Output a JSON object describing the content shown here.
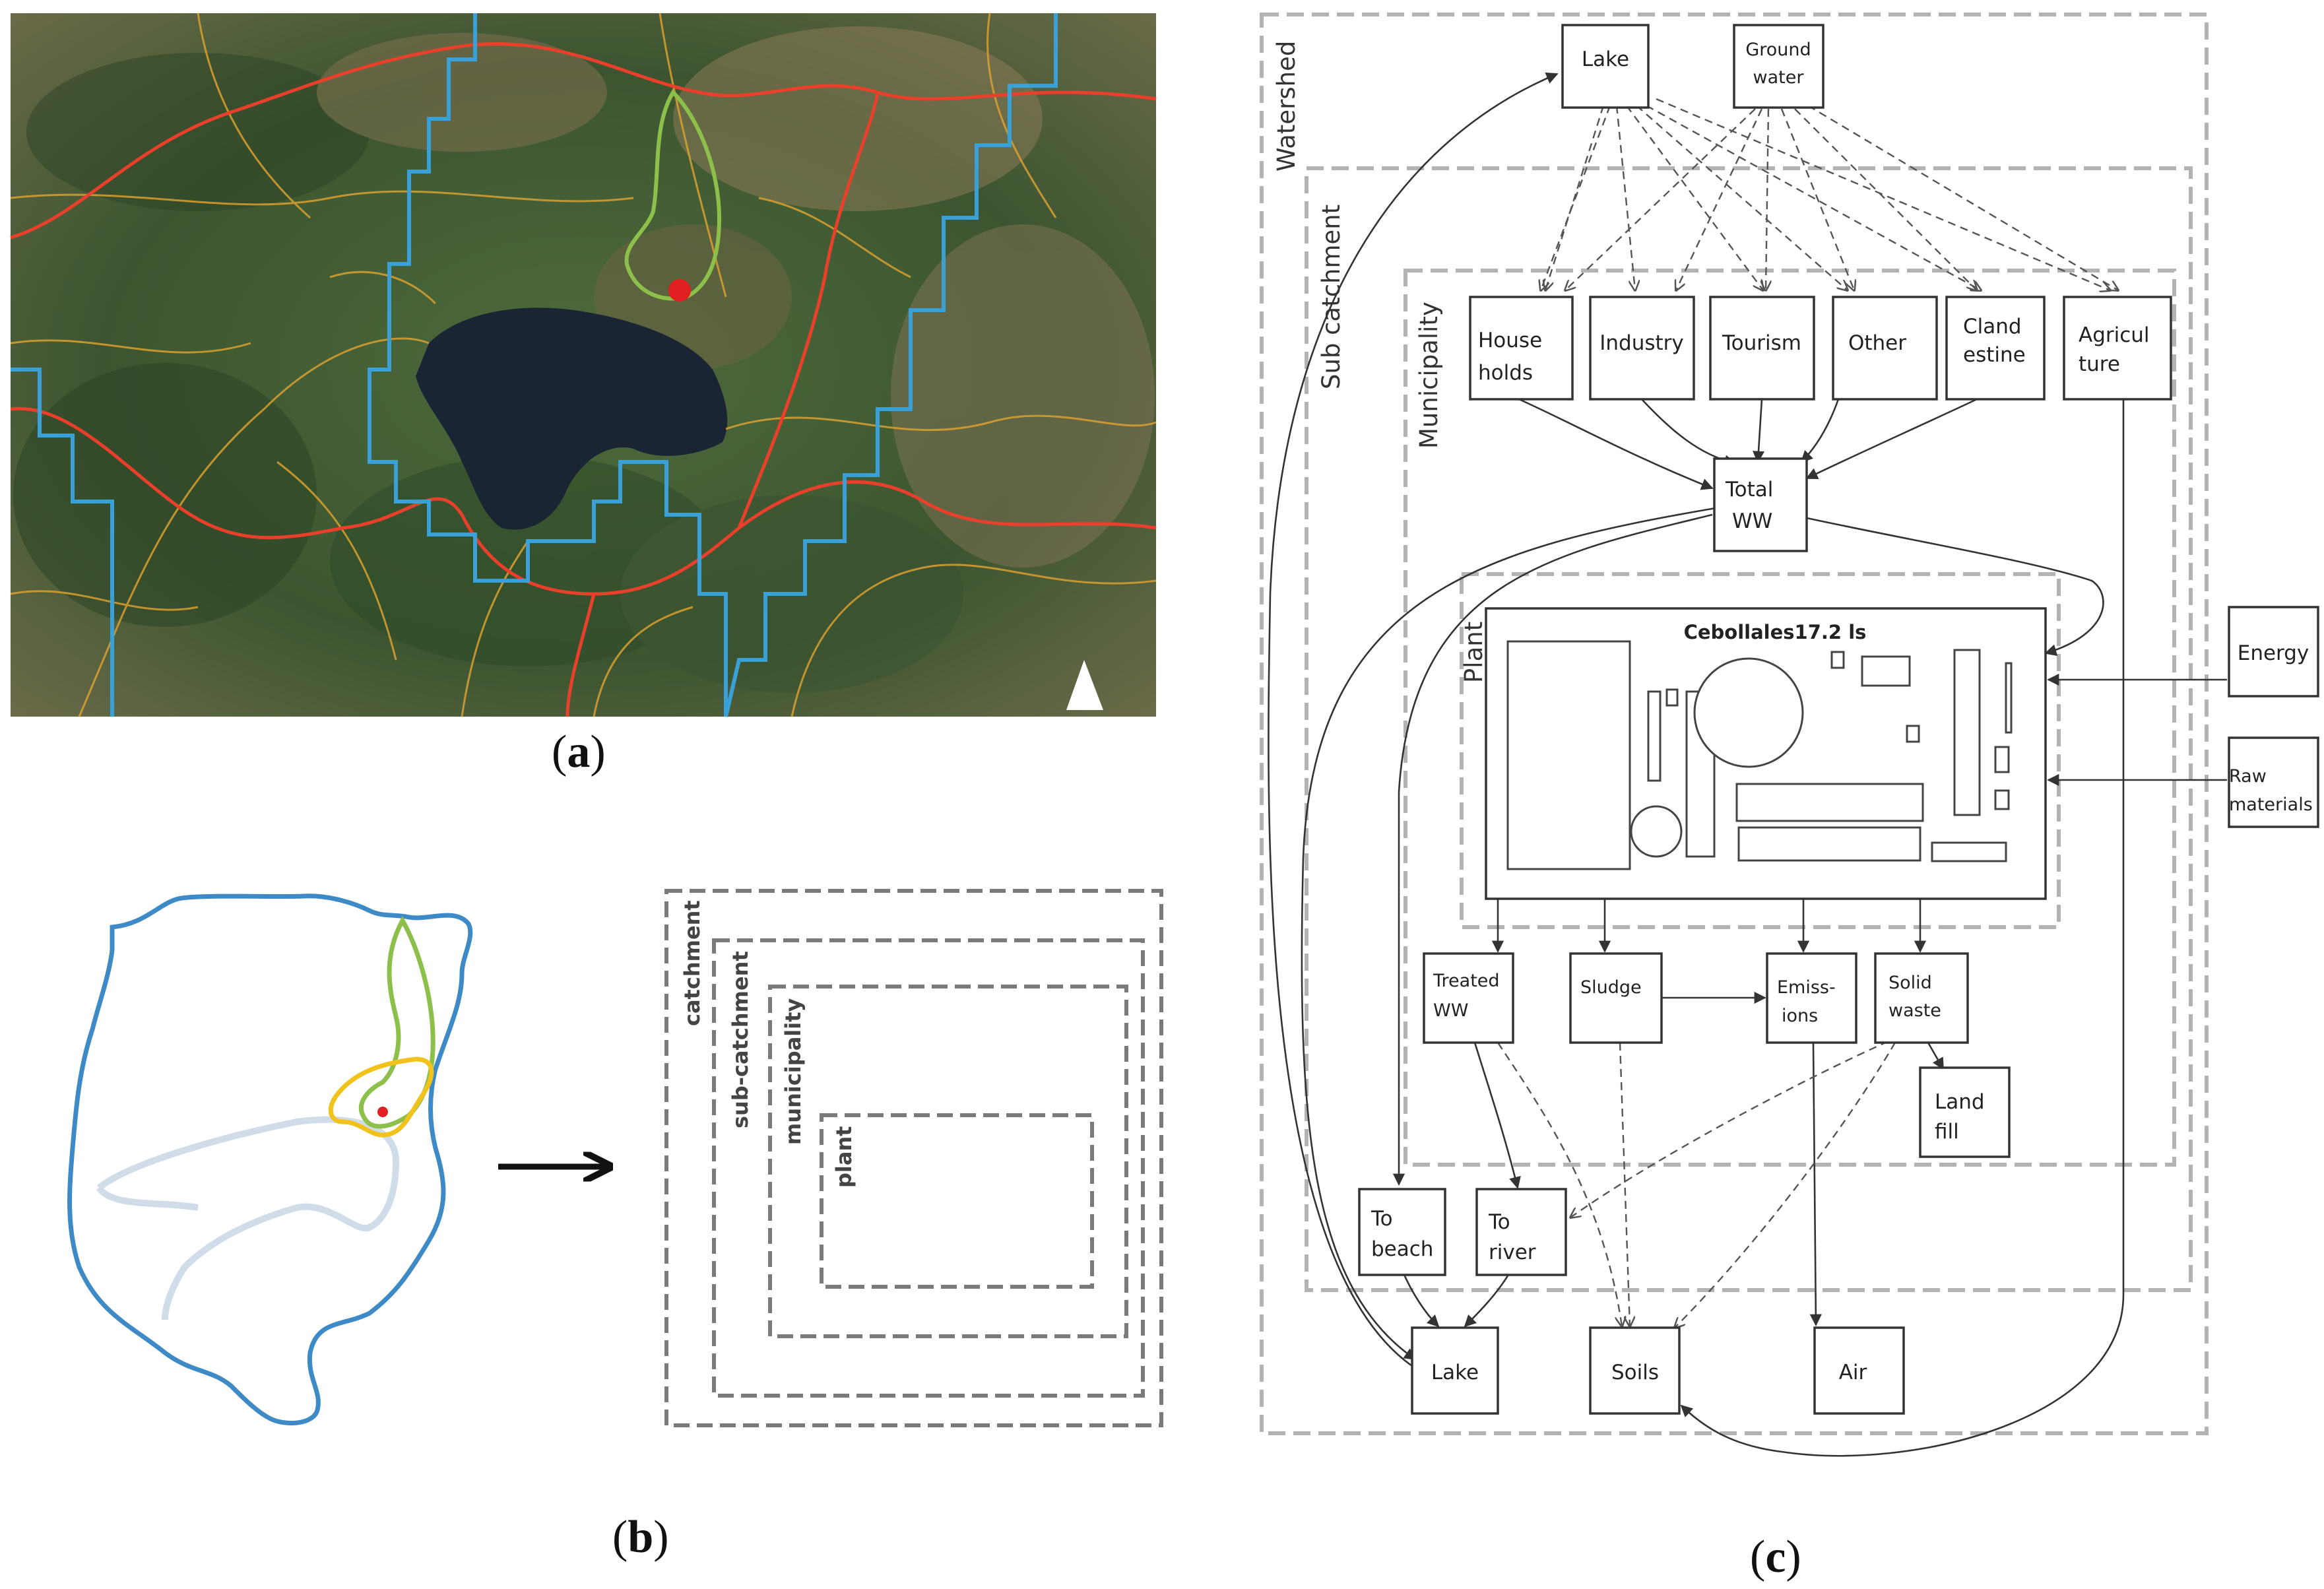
{
  "panels": {
    "a": "a",
    "b": "b",
    "c": "c"
  },
  "panel_b": {
    "levels": [
      "catchment",
      "sub-catchment",
      "municipality",
      "plant"
    ]
  },
  "panel_c": {
    "frames": {
      "watershed": "Watershed",
      "sub_catchment": "Sub catchment",
      "municipality": "Municipality",
      "plant": "Plant"
    },
    "plant_title": "Cebollales17.2 ls",
    "nodes": {
      "lake_top": [
        "Lake"
      ],
      "groundwater": [
        "Ground",
        "water"
      ],
      "households": [
        "House",
        "holds"
      ],
      "industry": [
        "Industry"
      ],
      "tourism": [
        "Tourism"
      ],
      "other": [
        "Other"
      ],
      "clandestine": [
        "Cland",
        "estine"
      ],
      "agriculture": [
        "Agricul",
        "ture"
      ],
      "total_ww": [
        "Total",
        "WW"
      ],
      "energy": [
        "Energy"
      ],
      "raw_materials": [
        "Raw",
        "materials"
      ],
      "treated_ww": [
        "Treated",
        "WW"
      ],
      "sludge": [
        "Sludge"
      ],
      "emissions": [
        "Emiss-",
        "ions"
      ],
      "solid_waste": [
        "Solid",
        "waste"
      ],
      "landfill": [
        "Land",
        "fill"
      ],
      "to_beach": [
        "To",
        "beach"
      ],
      "to_river": [
        "To",
        "river"
      ],
      "lake_bottom": [
        "Lake"
      ],
      "soils": [
        "Soils"
      ],
      "air": [
        "Air"
      ]
    }
  },
  "colors": {
    "satellite_base": "#3f5a32",
    "lake": "#1a2433",
    "watershed_boundary": "#3aa0d8",
    "municipal_boundary": "#e8402a",
    "roads": "#d9a030",
    "subcatchment_line": "#8cc04a",
    "plant_marker": "#e02020",
    "frame_gray": "#b3b3b3"
  }
}
